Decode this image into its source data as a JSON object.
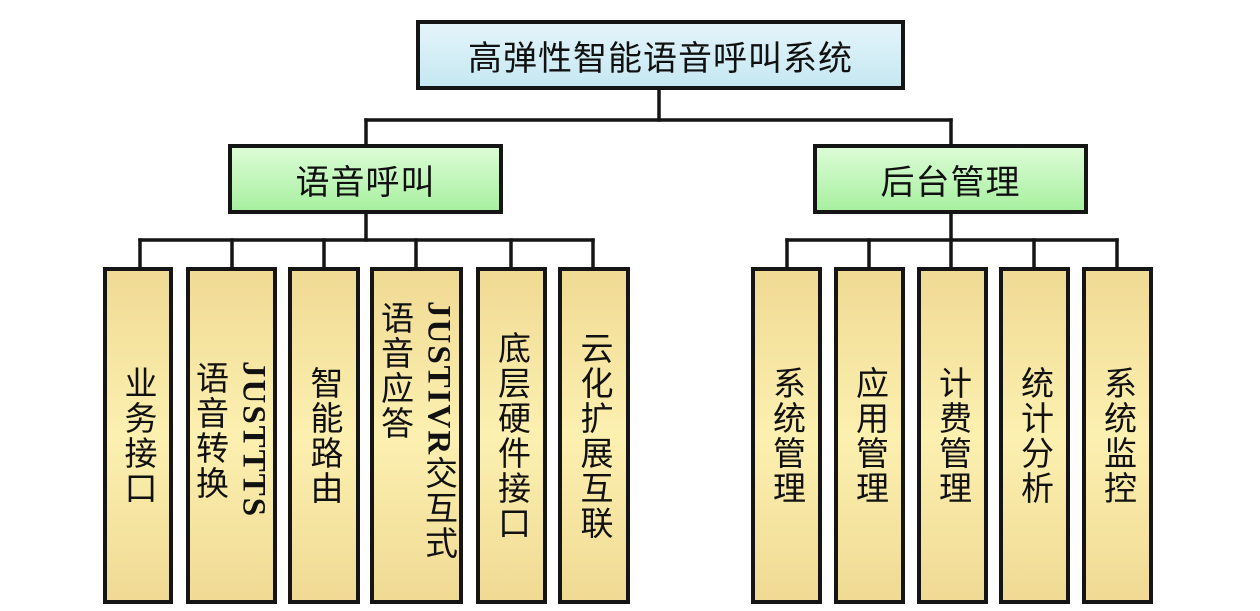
{
  "root": {
    "label": "高弹性智能语音呼叫系统"
  },
  "branches": [
    {
      "label": "语音呼叫",
      "children": [
        {
          "prefix": "",
          "label": "业务接口"
        },
        {
          "prefix": "JUSTTTS",
          "label": "语音转换"
        },
        {
          "prefix": "",
          "label": "智能路由"
        },
        {
          "prefix": "JUSTIVR",
          "label": "交互式语音应答"
        },
        {
          "prefix": "",
          "label": "底层硬件接口"
        },
        {
          "prefix": "",
          "label": "云化扩展互联"
        }
      ]
    },
    {
      "label": "后台管理",
      "children": [
        {
          "prefix": "",
          "label": "系统管理"
        },
        {
          "prefix": "",
          "label": "应用管理"
        },
        {
          "prefix": "",
          "label": "计费管理"
        },
        {
          "prefix": "",
          "label": "统计分析"
        },
        {
          "prefix": "",
          "label": "系统监控"
        }
      ]
    }
  ],
  "colors": {
    "root_fill": "#c6e8f2",
    "branch_fill": "#a8f0a0",
    "leaf_fill": "#f0da94",
    "stroke": "#151515"
  }
}
